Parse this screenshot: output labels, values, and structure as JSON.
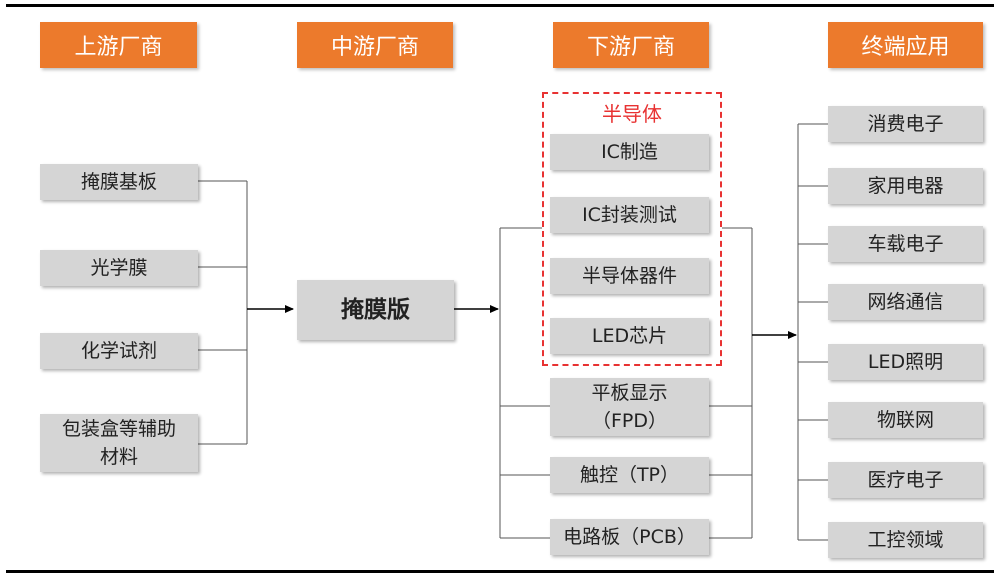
{
  "headers": {
    "upstream": "上游厂商",
    "midstream": "中游厂商",
    "downstream": "下游厂商",
    "applications": "终端应用"
  },
  "upstream_items": [
    "掩膜基板",
    "光学膜",
    "化学试剂",
    "包装盒等辅助",
    "材料"
  ],
  "midstream_item": "掩膜版",
  "semiconductor": {
    "title": "半导体",
    "items": [
      "IC制造",
      "IC封装测试",
      "半导体器件",
      "LED芯片"
    ]
  },
  "downstream_items": [
    "平板显示",
    "（FPD）",
    "触控（TP）",
    "电路板（PCB）"
  ],
  "applications": [
    "消费电子",
    "家用电器",
    "车载电子",
    "网络通信",
    "LED照明",
    "物联网",
    "医疗电子",
    "工控领域"
  ],
  "colors": {
    "header": "#ec7a2c",
    "box": "#d5d5d5",
    "dash": "#e83232"
  }
}
